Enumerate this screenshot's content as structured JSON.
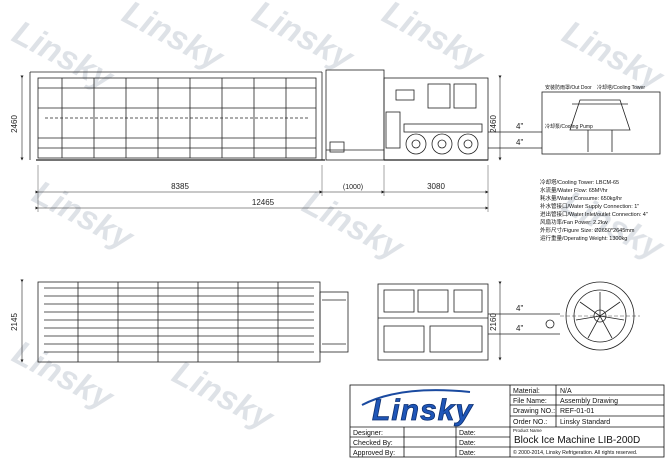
{
  "watermark": "Linsky",
  "elevation_view": {
    "height_dim": "2460",
    "height_dim_right": "2460",
    "length_left": "8385",
    "gap": "(1000)",
    "length_right": "3080",
    "total_length": "12465",
    "pipe_size_upper": "4\"",
    "pipe_size_lower": "4\""
  },
  "plan_view": {
    "width_dim": "2145",
    "width_dim_right": "2160",
    "pipe_size_upper": "4\"",
    "pipe_size_lower": "4\""
  },
  "cooling_tower_labels": {
    "air_outlet": "安装防雨罩/Out Door",
    "tower": "冷却塔/Cooling Tower",
    "pump": "冷却泵/Cooling Pump"
  },
  "specs": [
    "冷却塔/Cooling Tower: LBCM-65",
    "水流量/Water Flow: 65M³/hr",
    "耗水量/Water Consume: 650kg/hr",
    "补水管接口/Water Supply Connection: 1\"",
    "进出管接口/Water Inlet/outlet Connection: 4\"",
    "风扇功率/Fan Power: 2.2kw",
    "外形尺寸/Figure Size: Ø2650*2645mm",
    "运行重量/Operating Weight: 1300kg"
  ],
  "title_block": {
    "logo_text": "Linsky",
    "material_label": "Material:",
    "material_value": "N/A",
    "file_name_label": "File Name:",
    "file_name_value": "Assembly Drawing",
    "drawing_no_label": "Drawing NO.:",
    "drawing_no_value": "REF-01-01",
    "order_no_label": "Order NO.:",
    "order_no_value": "Linsky Standard",
    "designer_label": "Designer:",
    "checked_label": "Checked By:",
    "approved_label": "Approved By:",
    "date_label": "Date:",
    "product_name_label": "Product Name",
    "product_name_value": "Block Ice Machine LIB-200D",
    "copyright": "© 2000-2014, Linsky Refrigeration. All rights reserved."
  }
}
